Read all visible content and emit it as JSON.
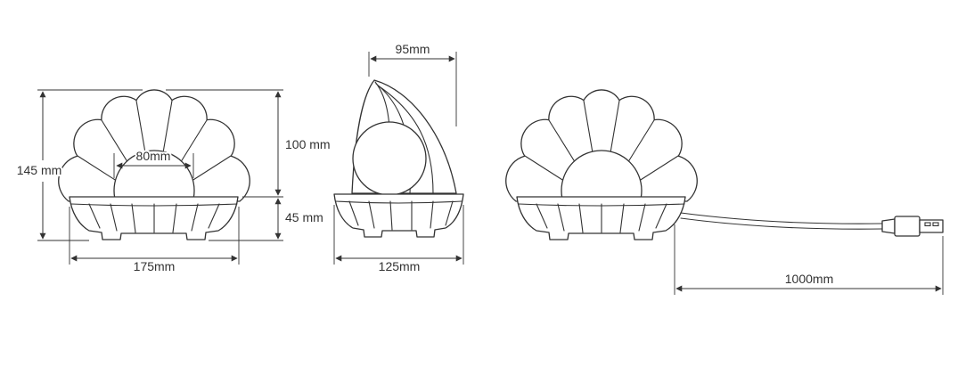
{
  "drawing": {
    "line_color": "#333333",
    "views": {
      "front": {
        "overall_height": "145 mm",
        "pearl_diameter": "80mm",
        "shell_height": "100 mm",
        "base_height": "45 mm",
        "overall_width": "175mm"
      },
      "side": {
        "top_width": "95mm",
        "base_width": "125mm"
      },
      "cable": {
        "length": "1000mm"
      }
    }
  }
}
